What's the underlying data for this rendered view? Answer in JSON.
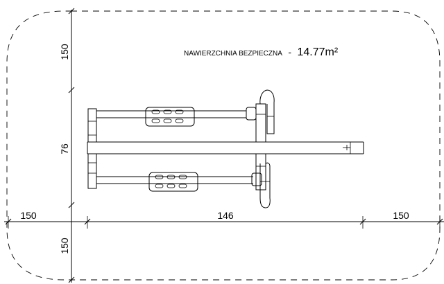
{
  "surface": {
    "label": "NAWIERZCHNIA BEZPIECZNA",
    "separator": "-",
    "area": "14.77m²"
  },
  "dimensions": {
    "top_clearance": "150",
    "equipment_height": "76",
    "bottom_clearance": "150",
    "left_clearance": "150",
    "equipment_length": "146",
    "right_clearance": "150"
  }
}
